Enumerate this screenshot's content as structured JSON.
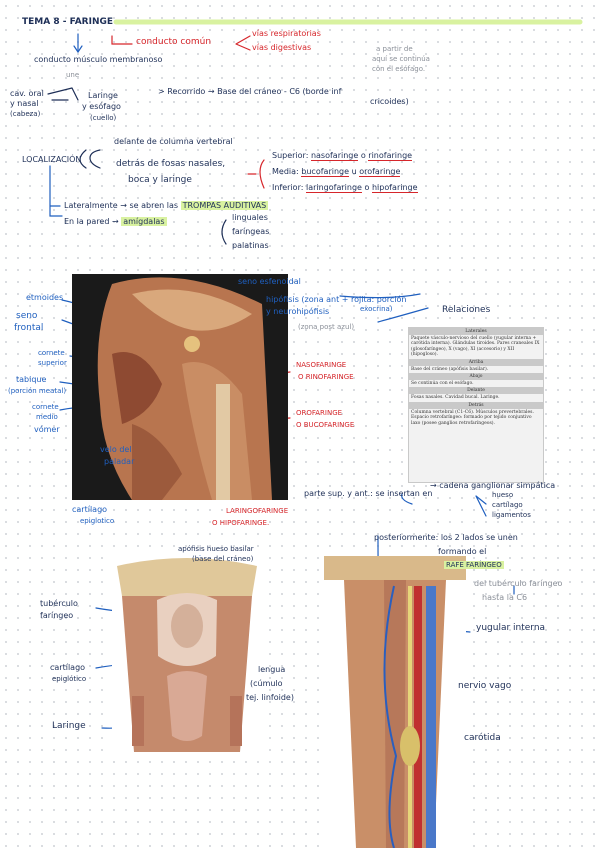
{
  "title": "TEMA 8 - FARINGE",
  "top": {
    "conducto_comun": "conducto común",
    "vias_resp": "vías respiratorias",
    "vias_dig": "vías digestivas",
    "conducto_musculo": "conducto músculo membranoso",
    "une": "une",
    "cav_oral": "cav. oral",
    "y_nasal": "y nasal",
    "cabeza": "(cabeza)",
    "laringe": "Laringe",
    "y_esofago": "y esófago",
    "cuello": "(cuello)",
    "note1": "a partir de",
    "note2": "aquí se continúa",
    "note3": "con el esófago.",
    "recorrido": "> Recorrido  →  Base del cráneo - C6 (borde inf",
    "cricoides": "cricoides)"
  },
  "localizacion": {
    "label": "LOCALIZACIÓN",
    "delante": "delante de columna vertebral",
    "detras1": "detrás de fosas nasales,",
    "detras2": "boca  y  laringe",
    "superior_k": "Superior:",
    "superior_a": "nasofaringe",
    "o": "o",
    "superior_b": "rinofaringe",
    "media_k": "Media:",
    "media_a": "bucofaringe",
    "u": "u",
    "media_b": "orofaringe",
    "inferior_k": "Inferior:",
    "inferior_a": "laringofaringe",
    "inferior_b": "hipofaringe",
    "lateral": "Lateralmente → se abren las",
    "trompas": "TROMPAS AUDITIVAS",
    "pared": "En la pared →",
    "amigdalas": "amígdalas",
    "linguales": "linguales",
    "faringeas": "faríngeas",
    "palatinas": "palatinas"
  },
  "sagittal": {
    "seno_esfenoidal": "seno esfenoidal",
    "hipofisis": "hipófisis (zona ant + rojita: porción",
    "exocrina": "exocrina)",
    "neurohipofisis": "y neurohipófisis",
    "zona_post": "(zona post azul)",
    "etmoides": "etmoides",
    "seno": "seno",
    "frontal": "frontal",
    "cornete_sup1": "cornete",
    "cornete_sup2": "superior",
    "tabique": "tabique",
    "porcion_meatal": "(porción meatal)",
    "cornete_medio1": "cornete",
    "cornete_medio2": "medio",
    "vomer": "vómer",
    "velo1": "velo del",
    "velo2": "paladar",
    "cartilago1": "cartílago",
    "cartilago2": "epiglotico",
    "nasofaringe": "NASOFARINGE",
    "o_rinofaringe": "O RINOFARINGE",
    "orofaringe": "OROFARINGE",
    "o_bucofaringe": "O BUCOFARINGE",
    "laringofaringe": "LARINGOFARINGE",
    "o_hipofaringe": "O HIPOFARINGE."
  },
  "relaciones": {
    "title": "Relaciones",
    "laterales_h": "Laterales",
    "laterales_t": "Paquete vásculo-nervioso del cuello (yugular interna + carótida interna). Glándulas tiroides. Pares craneales IX (glosofaríngeo), X (vago), XI (accesorio) y XII (hipogloso).",
    "arriba_h": "Arriba",
    "arriba_t": "Base del cráneo (apófisis basilar).",
    "abajo_h": "Abajo",
    "abajo_t": "Se continúa con el esófago.",
    "delante_h": "Delante",
    "delante_t": "Fosas nasales. Cavidad bucal. Laringe.",
    "detras_h": "Detrás",
    "detras_t": "Columna vertebral (C1-C6). Músculos prevertebrales. Espacio retrofaríngeo: formado por tejido conjuntivo laxo (posee ganglios retrofaríngeos).",
    "cadena": "→ cadena ganglionar simpática"
  },
  "posterior": {
    "parte_sup": "parte sup. y ant.: se insertan en",
    "hueso": "hueso",
    "cartilago": "cartílago",
    "ligamentos": "ligamentos",
    "apofisis": "apófisis hueso basilar",
    "base_craneo": "(base del cráneo)",
    "tuberculo1": "tubérculo",
    "tuberculo2": "faríngeo",
    "cart1": "cartílago",
    "cart2": "epiglótico",
    "lengua1": "lengua",
    "lengua2": "(cúmulo",
    "lengua3": "tej. linfoide)",
    "laringe": "Laringe",
    "posteriormente": "posteriormente: los 2 lados se unen",
    "formando": "formando el",
    "rafe": "RAFE FARÍNGEO",
    "del_tuberculo": "del tubérculo faríngeo",
    "hasta": "hasta la C6",
    "yugular": "yugular interna",
    "vago": "nervio vago",
    "carotida": "carótida"
  },
  "colors": {
    "navy": "#1e2f57",
    "red": "#d6262b",
    "blue": "#1f5fbf",
    "highlight": "#d9f2a0"
  }
}
